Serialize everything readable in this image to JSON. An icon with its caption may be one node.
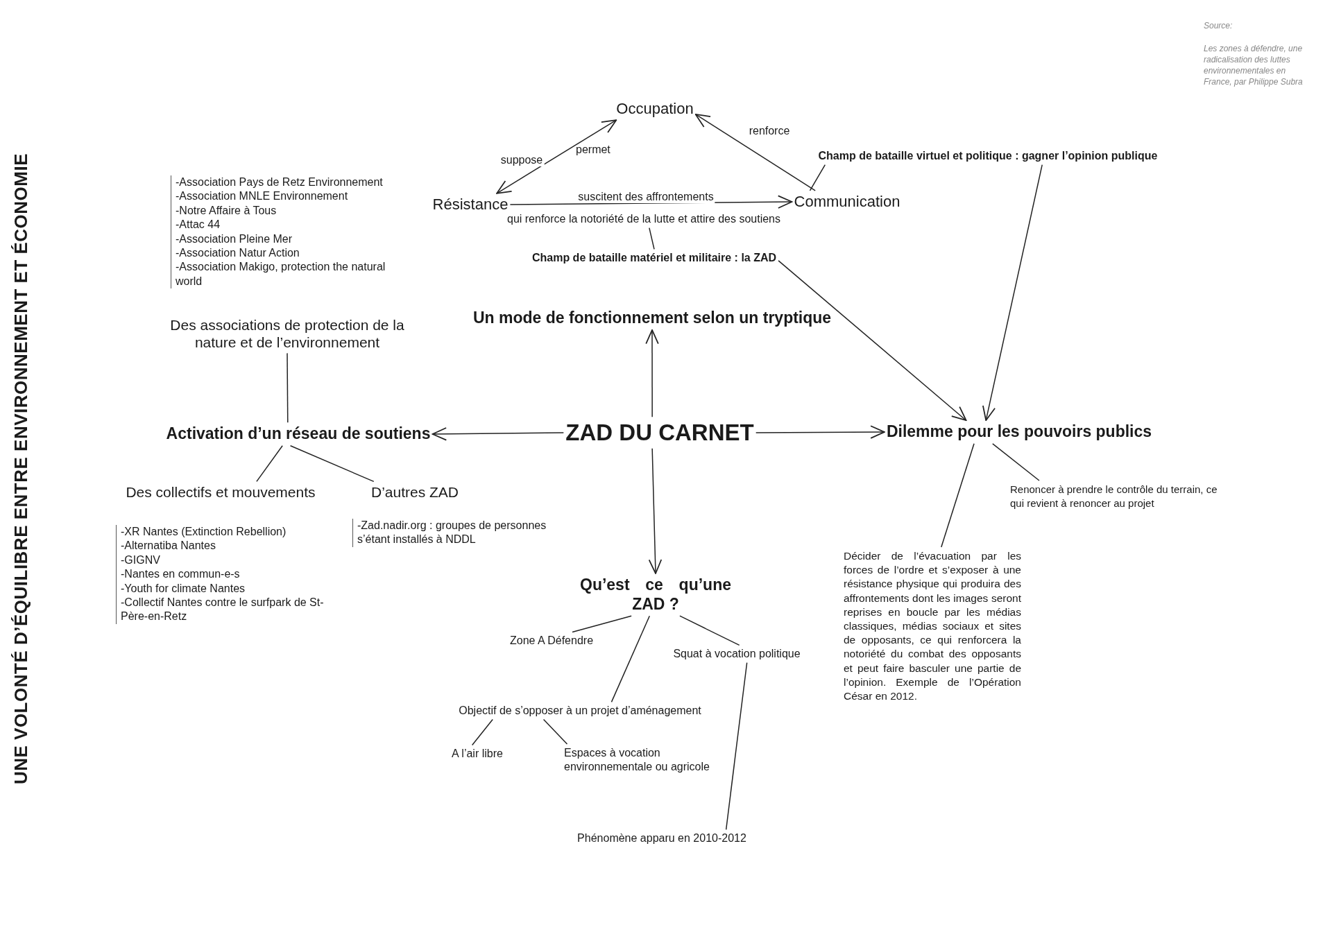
{
  "diagram": {
    "title": "UNE VOLONTÉ D’ÉQUILIBRE ENTRE ENVIRONNEMENT ET ÉCONOMIE",
    "nodes": [
      {
        "text": [
          "Occupation"
        ]
      },
      {
        "text": [
          "Résistance"
        ]
      },
      {
        "text": [
          "Communication"
        ]
      },
      {
        "text": [
          "Champ de bataille virtuel et politique : gagner l’opinion publique"
        ]
      },
      {
        "text": [
          "qui renforce la notoriété de la lutte et attire des soutiens"
        ]
      },
      {
        "text": [
          "Champ de bataille matériel et militaire : la ZAD"
        ]
      },
      {
        "text": [
          "Un mode de fonctionnement selon un tryptique"
        ]
      },
      {
        "text": [
          "Des associations de protection de la nature et de l’environnement"
        ]
      },
      {
        "text": [
          "Activation d’un réseau de soutiens"
        ]
      },
      {
        "text": [
          "ZAD DU CARNET"
        ]
      },
      {
        "text": [
          "Dilemme pour les pouvoirs publics"
        ]
      },
      {
        "text": [
          "Des collectifs et mouvements"
        ]
      },
      {
        "text": [
          "D’autres ZAD"
        ]
      },
      {
        "text": [
          "Renoncer à prendre le contrôle du terrain, ce qui revient à renoncer au projet"
        ]
      },
      {
        "text": [
          "Qu’est ce qu’une ZAD ?"
        ]
      },
      {
        "text": [
          "Décider de l’évacuation par les forces de l’ordre et s’exposer à une résistance physique qui produira des affrontements dont les images seront reprises en boucle par les médias classiques, médias sociaux et sites de opposants, ce qui renforcera la notoriété du combat des opposants et peut faire basculer une partie de l’opinion. Exemple de l’Opération César en 2012."
        ]
      },
      {
        "text": [
          "Zone A Défendre"
        ]
      },
      {
        "text": [
          "Squat à vocation politique"
        ]
      },
      {
        "text": [
          "Objectif de s’opposer à un projet d’aménagement"
        ]
      },
      {
        "text": [
          "A l’air libre"
        ]
      },
      {
        "text": [
          "Espaces à vocation environnementale ou agricole"
        ]
      },
      {
        "text": [
          "Phénomène apparu en 2010-2012"
        ]
      }
    ],
    "edges": [
      {
        "from": 1,
        "to": 0,
        "arrow": "both",
        "label": "suppose"
      },
      {
        "from": 2,
        "to": 0,
        "arrow": "to",
        "label": "renforce"
      },
      {
        "from": 1,
        "to": 2,
        "arrow": "to",
        "label": "suscitent des affrontements"
      },
      {
        "from": 3,
        "to": 2,
        "arrow": "none"
      },
      {
        "from": 4,
        "to": 5,
        "arrow": "none"
      },
      {
        "from": 5,
        "to": 10,
        "arrow": "to"
      },
      {
        "from": 3,
        "to": 10,
        "arrow": "to"
      },
      {
        "from": 9,
        "to": 6,
        "arrow": "to"
      },
      {
        "from": 9,
        "to": 8,
        "arrow": "to"
      },
      {
        "from": 9,
        "to": 10,
        "arrow": "to"
      },
      {
        "from": 9,
        "to": 14,
        "arrow": "to"
      },
      {
        "from": 7,
        "to": 8,
        "arrow": "none"
      },
      {
        "from": 8,
        "to": 11,
        "arrow": "none"
      },
      {
        "from": 8,
        "to": 12,
        "arrow": "none"
      },
      {
        "from": 10,
        "to": 15,
        "arrow": "none"
      },
      {
        "from": 10,
        "to": 13,
        "arrow": "none"
      },
      {
        "from": 14,
        "to": 16,
        "arrow": "none"
      },
      {
        "from": 14,
        "to": 18,
        "arrow": "none"
      },
      {
        "from": 14,
        "to": 17,
        "arrow": "none"
      },
      {
        "from": 17,
        "to": 21,
        "arrow": "none"
      },
      {
        "from": 18,
        "to": 19,
        "arrow": "none"
      },
      {
        "from": 18,
        "to": 20,
        "arrow": "none"
      }
    ],
    "labels": [
      "Source:",
      "Les zones à défendre, une radicalisation des luttes environnementales en France, par Philippe Subra",
      "permet",
      "-Association Pays de Retz Environnement",
      "-Association MNLE Environnement",
      "-Notre Affaire à Tous",
      "-Attac 44",
      "-Association Pleine Mer",
      "-Association Natur Action",
      "-Association Makigo, protection the natural world",
      "-XR Nantes (Extinction Rebellion)",
      "-Alternatiba Nantes",
      "-GIGNV",
      "-Nantes en commun-e-s",
      "-Youth for climate Nantes",
      "-Collectif Nantes contre le surfpark de St-Père-en-Retz",
      "-Zad.nadir.org : groupes de personnes s’étant installés à NDDL"
    ]
  }
}
